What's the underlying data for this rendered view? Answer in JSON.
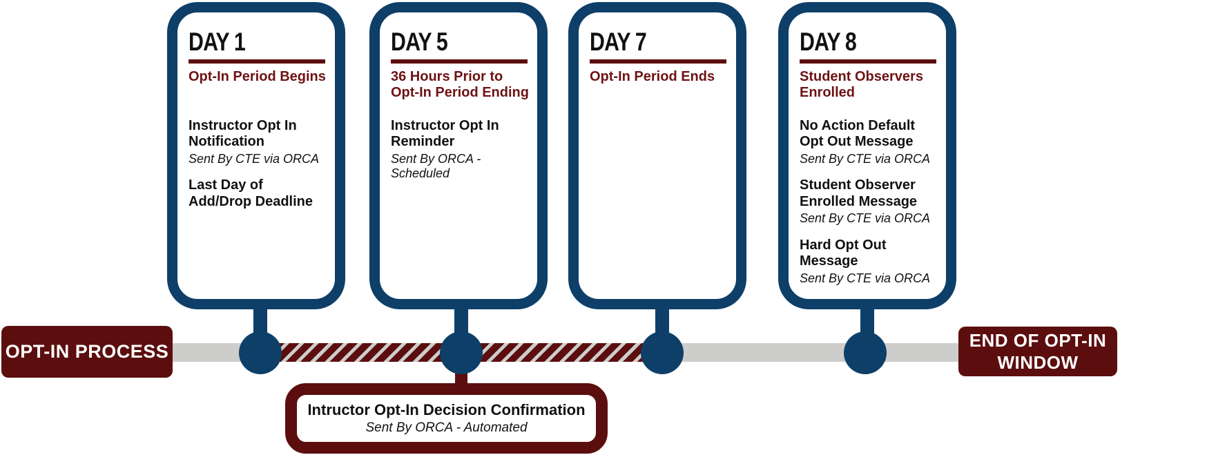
{
  "colors": {
    "navy": "#0d3f68",
    "maroon": "#5c0e0e",
    "maroon_text": "#6e1214",
    "bar_gray": "#cdcdcb",
    "white": "#ffffff",
    "black": "#111111"
  },
  "timeline": {
    "start_label": "OPT-IN PROCESS",
    "end_label": "END OF OPT-IN WINDOW",
    "note": {
      "title": "Intructor Opt-In Decision Confirmation",
      "subtitle": "Sent By ORCA - Automated"
    }
  },
  "cards": [
    {
      "day": "DAY 1",
      "subtitle": "Opt-In Period Begins",
      "items": [
        {
          "title": "Instructor Opt In Notification",
          "note": "Sent By CTE via ORCA"
        },
        {
          "title": "Last Day of Add/Drop Deadline",
          "note": ""
        }
      ]
    },
    {
      "day": "DAY 5",
      "subtitle": "36 Hours Prior to Opt-In Period Ending",
      "items": [
        {
          "title": "Instructor Opt In Reminder",
          "note": "Sent By ORCA - Scheduled"
        }
      ]
    },
    {
      "day": "DAY 7",
      "subtitle": "Opt-In Period Ends",
      "items": []
    },
    {
      "day": "DAY 8",
      "subtitle": "Student Observers Enrolled",
      "items": [
        {
          "title": "No Action Default Opt Out Message",
          "note": "Sent By CTE via ORCA"
        },
        {
          "title": "Student Observer Enrolled Message",
          "note": "Sent By CTE via ORCA"
        },
        {
          "title": "Hard Opt Out Message",
          "note": "Sent By CTE via ORCA"
        }
      ]
    }
  ]
}
